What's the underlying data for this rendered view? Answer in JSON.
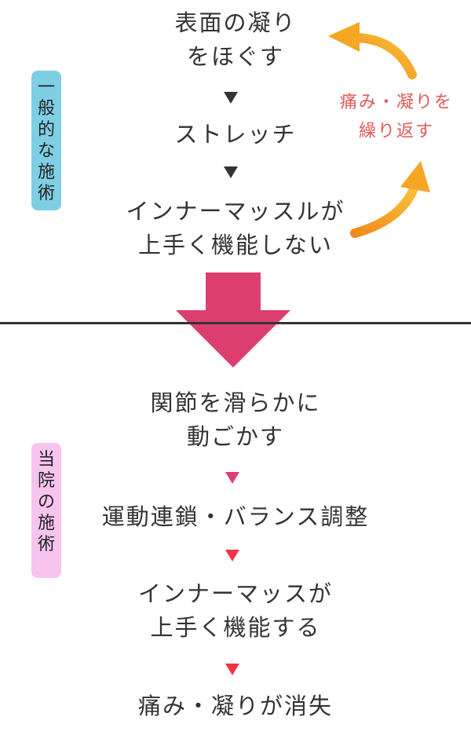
{
  "general": {
    "badge_chars": [
      "一",
      "般",
      "的",
      "な",
      "施",
      "術"
    ],
    "badge_color": "#7fcfe4",
    "steps": [
      [
        "表面の凝り",
        "をほぐす"
      ],
      [
        "ストレッチ"
      ],
      [
        "インナーマッスルが",
        "上手く機能しない"
      ]
    ],
    "arrow_color": "#333333"
  },
  "loop": {
    "lines": [
      "痛み・凝りを",
      "繰り返す"
    ],
    "text_color": "#e05a5a",
    "arrow_color": "#f5a623"
  },
  "transition_arrow_color": "#dc3f6e",
  "divider_color": "#333333",
  "ours": {
    "badge_chars": [
      "当",
      "院",
      "の",
      "施",
      "術"
    ],
    "badge_color": "#f7c4f0",
    "steps": [
      [
        "関節を滑らかに",
        "動ごかす"
      ],
      [
        "運動連鎖・バランス調整"
      ],
      [
        "インナーマッスが",
        "上手く機能する"
      ],
      [
        "痛み・凝りが消失"
      ]
    ],
    "arrow_colors": [
      "#dc3f6e",
      "#ee3344",
      "#ee3344"
    ]
  }
}
